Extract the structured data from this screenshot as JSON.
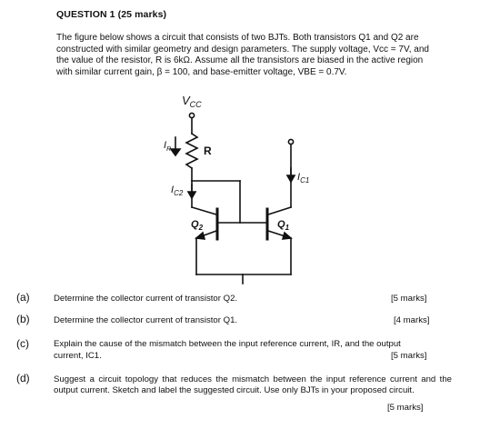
{
  "question": {
    "title": "QUESTION 1 (25 marks)",
    "intro": "The figure below shows a circuit that consists of two BJTs. Both transistors Q1 and Q2 are constructed with similar geometry and design parameters. The supply voltage, Vcc = 7V, and the value of the resistor, R is 6kΩ. Assume all the transistors are biased in the active region with similar current gain, β = 100, and base-emitter voltage, VBE = 0.7V."
  },
  "circuit": {
    "vcc_main": "V",
    "vcc_sub": "CC",
    "r_label": "R",
    "ir_main": "I",
    "ir_sub": "R",
    "ic2_main": "I",
    "ic2_sub": "C2",
    "ic1_main": "I",
    "ic1_sub": "C1",
    "q2_main": "Q",
    "q2_sub": "2",
    "q1_main": "Q",
    "q1_sub": "1"
  },
  "parts": [
    {
      "label": "(a)",
      "text": "Determine the collector current of transistor Q2.",
      "marks": "[5 marks]"
    },
    {
      "label": "(b)",
      "text": "Determine the collector current of transistor Q1.",
      "marks": "[4 marks]"
    },
    {
      "label": "(c)",
      "text_line1": "Explain the cause of the mismatch between the input reference current, IR, and the output",
      "text_line2": "current, IC1.",
      "marks": "[5 marks]"
    },
    {
      "label": "(d)",
      "text": "Suggest a circuit topology that reduces the mismatch between the input reference current and the output current. Sketch and label the suggested circuit. Use only BJTs in your proposed circuit.",
      "marks": "[5 marks]"
    }
  ]
}
